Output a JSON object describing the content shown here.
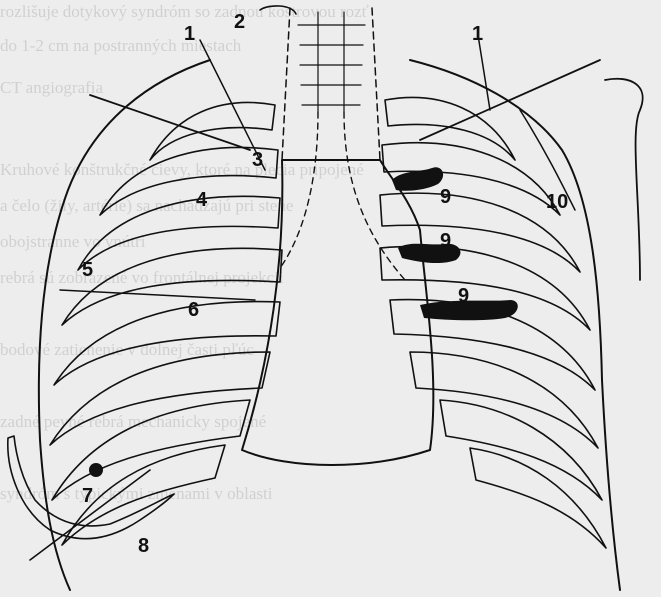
{
  "figure": {
    "background_ghost_text": [
      "rozlišuje dotykový syndróm so zadnou kostrovou rozť",
      "do 1-2 cm na postranných miestach",
      "CT angiografia",
      "Kruhové konštrukčné cievy, ktoré na plecia pripojené",
      "a čelo (žily, artérie) sa nachádzajú pri stene",
      "obojstranne vo vnútri",
      "rebrá sú zobrazené vo frontálnej projekcii",
      "bodové zatienenie v dolnej časti pľúc",
      "zadné pevné rebrá mechanicky spojené",
      "syndróm s typickými zmenami v oblasti"
    ],
    "labels": {
      "l1_left": "1",
      "l2": "2",
      "l1_right": "1",
      "l3": "3",
      "l4": "4",
      "l9_top": "9",
      "l10": "10",
      "l9_mid": "9",
      "l5": "5",
      "l9_low": "9",
      "l6": "6",
      "l7": "7",
      "l8": "8"
    }
  },
  "colors": {
    "ink": "#111111",
    "paper": "#ededed",
    "ghost_text": "#b9b9b9"
  }
}
